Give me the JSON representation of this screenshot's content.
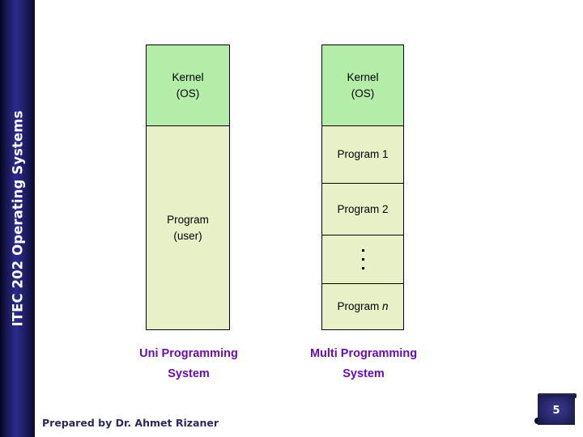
{
  "slide": {
    "sidebar_title": "ITEC 202 Operating Systems",
    "page_number": "5",
    "footer_author": "Prepared by Dr. Ahmet Rizaner"
  },
  "diagram": {
    "uni": {
      "caption_line1": "Uni Programming",
      "caption_line2": "System",
      "cells": [
        {
          "label_line1": "Kernel",
          "label_line2": "(OS)",
          "fill": "#b4eda8"
        },
        {
          "label_line1": "Program",
          "label_line2": "(user)",
          "fill": "#e8f0c8"
        }
      ]
    },
    "multi": {
      "caption_line1": "Multi Programming",
      "caption_line2": "System",
      "cells": [
        {
          "label_line1": "Kernel",
          "label_line2": "(OS)",
          "fill": "#b4eda8"
        },
        {
          "label": "Program 1",
          "fill": "#e8f0c8"
        },
        {
          "label": "Program 2",
          "fill": "#e8f0c8"
        },
        {
          "label": "⋮",
          "fill": "#e8f0c8"
        },
        {
          "label_prefix": "Program ",
          "label_italic": "n",
          "fill": "#e8f0c8"
        }
      ]
    }
  },
  "colors": {
    "kernel_green": "#b4eda8",
    "program_yellow": "#e8f0c8",
    "caption_purple": "#6a0dad",
    "sidebar_blue": "#2b2b8e",
    "footer_navy": "#2a2a5e"
  }
}
